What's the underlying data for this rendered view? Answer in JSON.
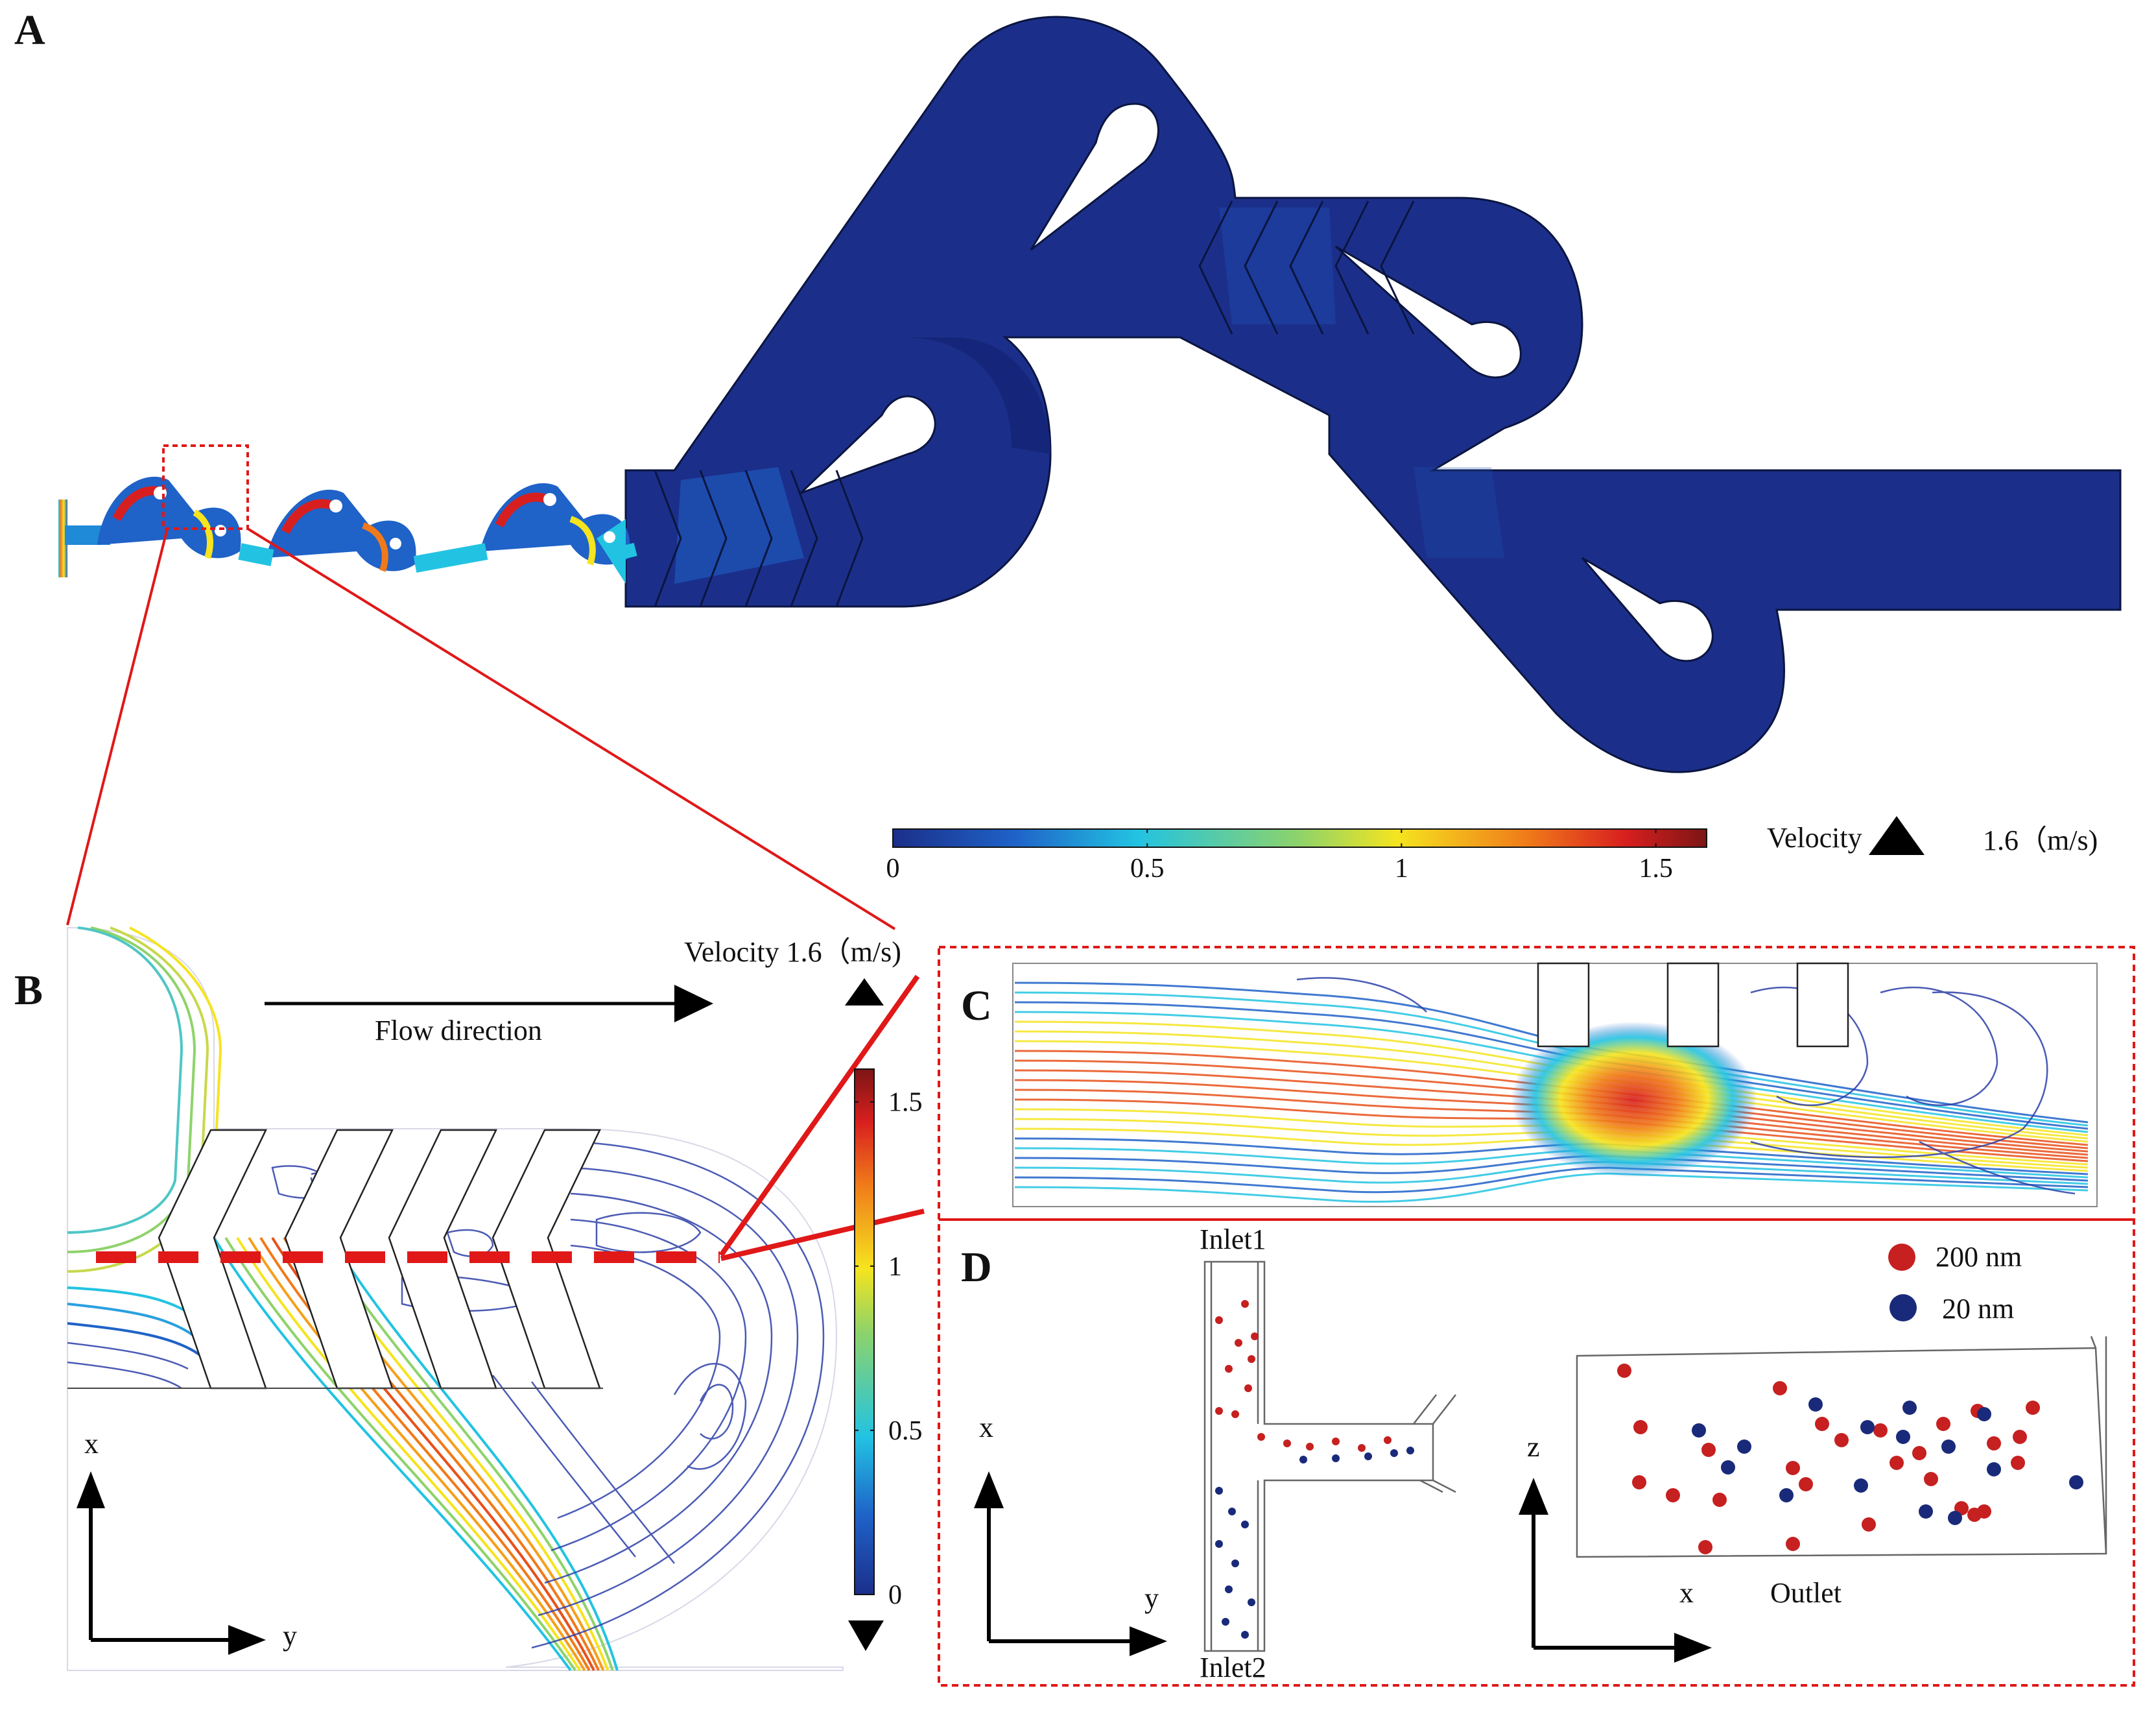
{
  "panels": {
    "a": "A",
    "b": "B",
    "c": "C",
    "d": "D"
  },
  "panel_a": {
    "colorbar": {
      "min": 0,
      "max": 1.6,
      "ticks": [
        "0",
        "0.5",
        "1",
        "1.5"
      ],
      "tick_values": [
        0,
        0.5,
        1,
        1.5
      ],
      "label": "Velocity",
      "max_label": "1.6（m/s)"
    }
  },
  "panel_b": {
    "velocity_label": "Velocity 1.6（m/s)",
    "flow_direction": "Flow direction",
    "colorbar": {
      "min": 0,
      "max": 1.6,
      "ticks": [
        "1.5",
        "1",
        "0.5",
        "0"
      ],
      "tick_values": [
        1.5,
        1,
        0.5,
        0
      ]
    },
    "axis_x": "x",
    "axis_y": "y"
  },
  "panel_d": {
    "inlet1": "Inlet1",
    "inlet2": "Inlet2",
    "outlet": "Outlet",
    "axis_x_left": "x",
    "axis_y_left": "y",
    "axis_z_right": "z",
    "axis_x_right": "x",
    "legend": [
      {
        "label": "200 nm",
        "color": "#c62020"
      },
      {
        "label": "20 nm",
        "color": "#1a2a7a"
      }
    ]
  },
  "colors": {
    "velocity_low": "#1b2f8a",
    "velocity_mid": "#f5e41e",
    "velocity_high": "#8a1a1a",
    "highlight_red": "#e01818"
  }
}
